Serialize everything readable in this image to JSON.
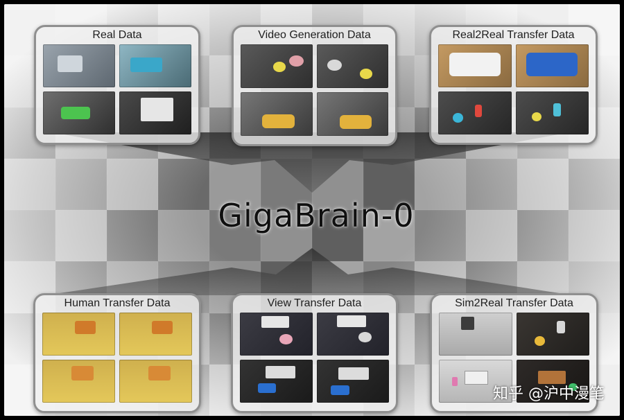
{
  "title": "GigaBrain-0",
  "colors": {
    "panel_border": "#8f8f8f",
    "arrow": "#3c3c3c",
    "text": "#1e1e1e"
  },
  "top_panels": [
    {
      "label": "Real Data"
    },
    {
      "label": "Video Generation Data"
    },
    {
      "label": "Real2Real Transfer Data"
    }
  ],
  "bottom_panels": [
    {
      "label": "Human Transfer Data"
    },
    {
      "label": "View Transfer Data"
    },
    {
      "label": "Sim2Real Transfer Data"
    }
  ],
  "watermark": "知乎 @沪中漫笔"
}
